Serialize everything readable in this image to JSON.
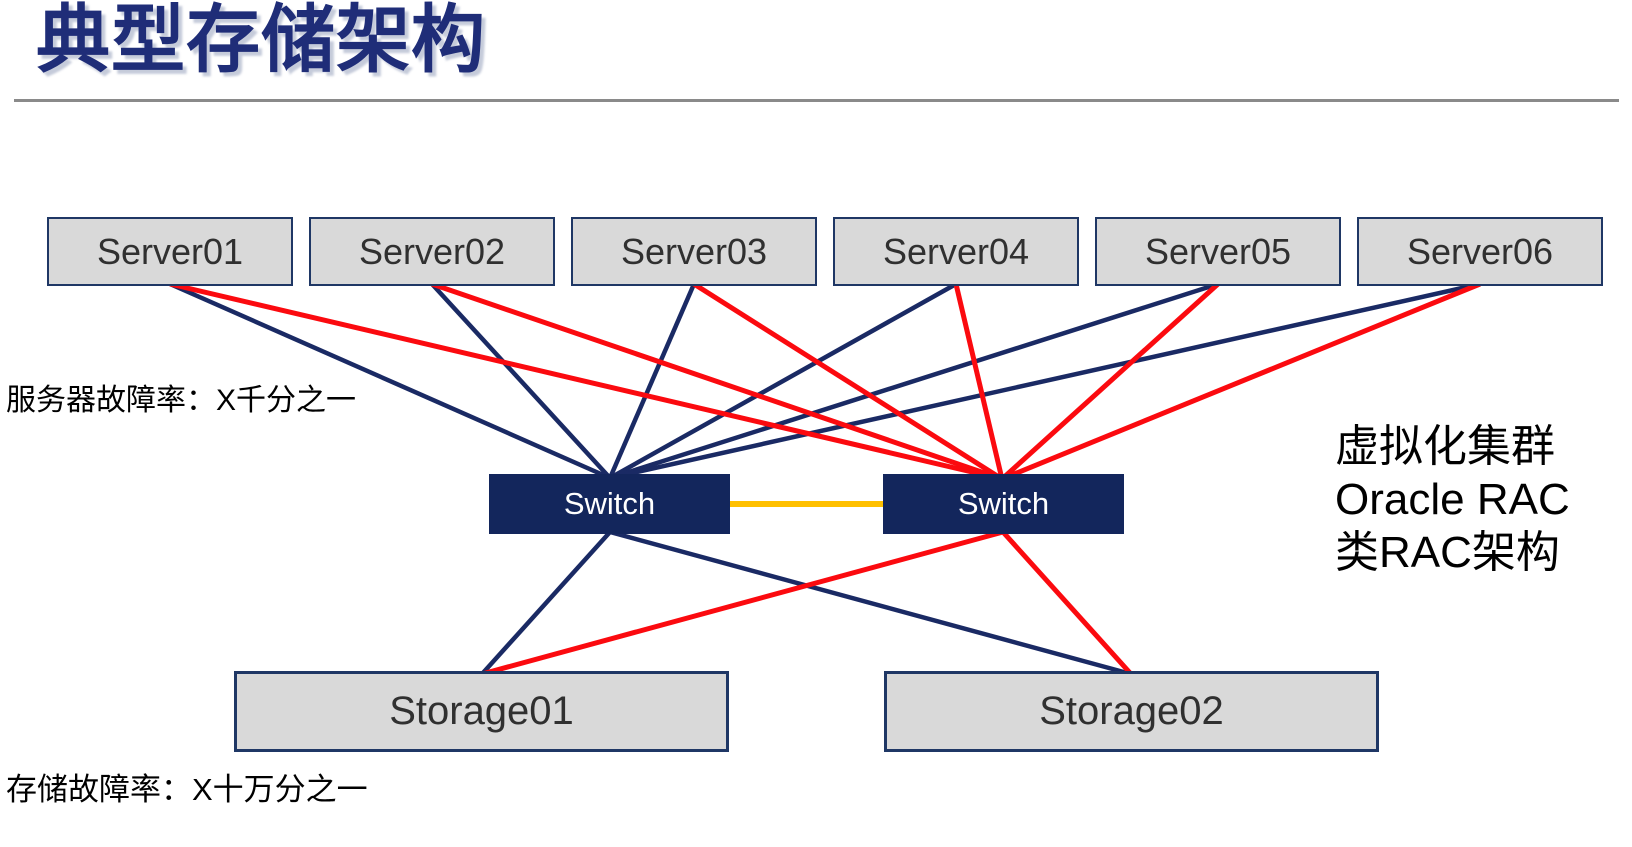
{
  "slide": {
    "title": "典型存储架构"
  },
  "annotations": {
    "server_failure_rate": "服务器故障率：X千分之一",
    "storage_failure_rate": "存储故障率：X十万分之一",
    "cluster_note": [
      "虚拟化集群",
      "Oracle RAC",
      "类RAC架构"
    ]
  },
  "nodes": {
    "servers": [
      {
        "id": "s1",
        "label": "Server01"
      },
      {
        "id": "s2",
        "label": "Server02"
      },
      {
        "id": "s3",
        "label": "Server03"
      },
      {
        "id": "s4",
        "label": "Server04"
      },
      {
        "id": "s5",
        "label": "Server05"
      },
      {
        "id": "s6",
        "label": "Server06"
      }
    ],
    "switches": [
      {
        "id": "swA",
        "label": "Switch"
      },
      {
        "id": "swB",
        "label": "Switch"
      }
    ],
    "storages": [
      {
        "id": "st1",
        "label": "Storage01"
      },
      {
        "id": "st2",
        "label": "Storage02"
      }
    ]
  },
  "connections": [
    {
      "from": "s1",
      "to": "swA",
      "color": "navy"
    },
    {
      "from": "s2",
      "to": "swA",
      "color": "navy"
    },
    {
      "from": "s3",
      "to": "swA",
      "color": "navy"
    },
    {
      "from": "s4",
      "to": "swA",
      "color": "navy"
    },
    {
      "from": "s5",
      "to": "swA",
      "color": "navy"
    },
    {
      "from": "s6",
      "to": "swA",
      "color": "navy"
    },
    {
      "from": "s1",
      "to": "swB",
      "color": "red"
    },
    {
      "from": "s2",
      "to": "swB",
      "color": "red"
    },
    {
      "from": "s3",
      "to": "swB",
      "color": "red"
    },
    {
      "from": "s4",
      "to": "swB",
      "color": "red"
    },
    {
      "from": "s5",
      "to": "swB",
      "color": "red"
    },
    {
      "from": "s6",
      "to": "swB",
      "color": "red"
    },
    {
      "from": "swA",
      "to": "st1",
      "color": "navy"
    },
    {
      "from": "swA",
      "to": "st2",
      "color": "navy"
    },
    {
      "from": "swB",
      "to": "st1",
      "color": "red"
    },
    {
      "from": "swB",
      "to": "st2",
      "color": "red"
    },
    {
      "from": "swA",
      "to": "swB",
      "color": "yellow"
    }
  ],
  "colors": {
    "navy_line": "#1a2a64",
    "red_line": "#fb0a0f",
    "yellow_line": "#ffc000",
    "title_text": "#1f2d78",
    "node_fill": "#d9d9d9",
    "node_border": "#1f3765",
    "node_text": "#303030",
    "switch_fill": "#13265c",
    "switch_text": "#ffffff",
    "divider": "#8a8a8a",
    "label_text": "#000000"
  }
}
